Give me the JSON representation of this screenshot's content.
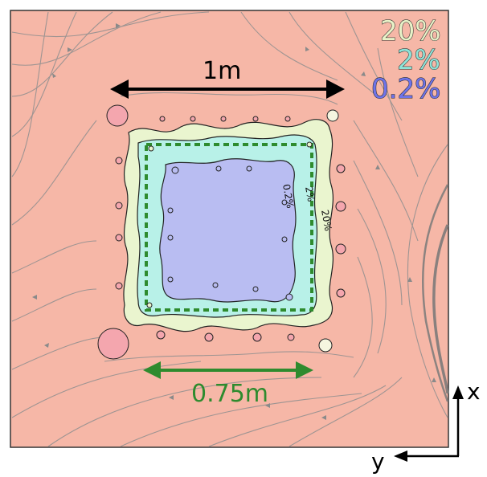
{
  "legend": [
    {
      "label": "20%",
      "color": "#e8f2c8"
    },
    {
      "label": "2%",
      "color": "#8fe3d8"
    },
    {
      "label": "0.2%",
      "color": "#6f74e8"
    }
  ],
  "dimensions": {
    "outer": {
      "label": "1m",
      "color": "#000000"
    },
    "inner": {
      "label": "0.75m",
      "color": "#2e8b2e"
    }
  },
  "contour_labels": {
    "c20": "20%",
    "c2": "2%",
    "c02": "0.2%"
  },
  "axes": {
    "x": "x",
    "y": "y"
  },
  "colors": {
    "background": "#f6b7a7",
    "streamline": "#8a8a8a",
    "region_20": "#eaf5cf",
    "region_2": "#b8f1e8",
    "region_02": "#b9bdf2",
    "dashed_square": "#2e8b2e"
  }
}
